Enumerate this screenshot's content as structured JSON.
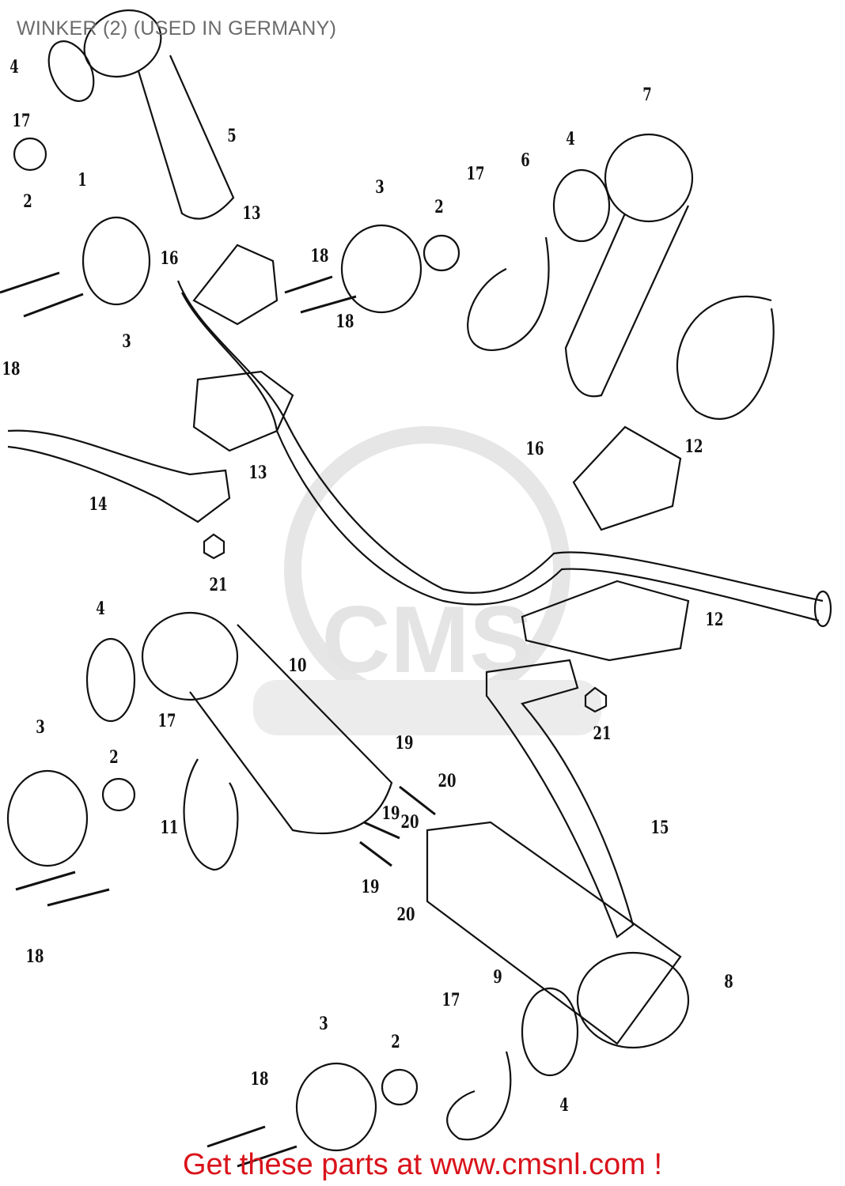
{
  "title": "WINKER (2) (USED IN GERMANY)",
  "callouts": [
    "4",
    "17",
    "2",
    "1",
    "5",
    "13",
    "16",
    "3",
    "18",
    "18",
    "18",
    "3",
    "2",
    "17",
    "6",
    "4",
    "7",
    "13",
    "14",
    "21",
    "16",
    "12",
    "12",
    "4",
    "10",
    "17",
    "3",
    "2",
    "11",
    "19",
    "20",
    "19",
    "20",
    "19",
    "20",
    "21",
    "15",
    "18",
    "8",
    "9",
    "17",
    "3",
    "2",
    "18",
    "4"
  ],
  "watermark": "CMS www.cmsnl.com",
  "footer_link": "Get these parts at www.cmsnl.com !",
  "colors": {
    "footer": "#d9131b",
    "title": "#6b6b6b",
    "watermark": "#e6e6e6"
  }
}
